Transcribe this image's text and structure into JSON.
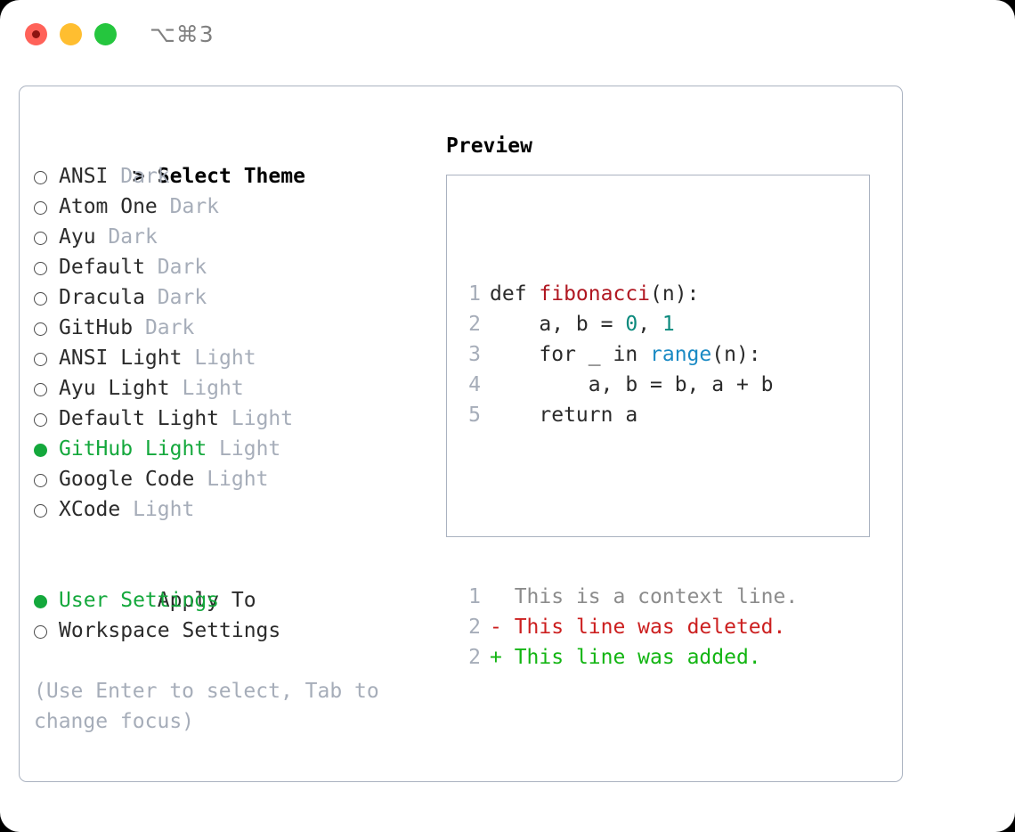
{
  "window": {
    "traffic_lights": [
      "close-button",
      "minimize-button",
      "maximize-button"
    ],
    "shortcut": "⌥⌘3"
  },
  "theme_panel": {
    "heading_marker": ">",
    "heading": "Select Theme",
    "items": [
      {
        "marker": "o",
        "selected": false,
        "name": "ANSI",
        "tag": "Dark"
      },
      {
        "marker": "o",
        "selected": false,
        "name": "Atom One",
        "tag": "Dark"
      },
      {
        "marker": "o",
        "selected": false,
        "name": "Ayu",
        "tag": "Dark"
      },
      {
        "marker": "o",
        "selected": false,
        "name": "Default",
        "tag": "Dark"
      },
      {
        "marker": "o",
        "selected": false,
        "name": "Dracula",
        "tag": "Dark"
      },
      {
        "marker": "o",
        "selected": false,
        "name": "GitHub",
        "tag": "Dark"
      },
      {
        "marker": "o",
        "selected": false,
        "name": "ANSI Light",
        "tag": "Light"
      },
      {
        "marker": "o",
        "selected": false,
        "name": "Ayu Light",
        "tag": "Light"
      },
      {
        "marker": "o",
        "selected": false,
        "name": "Default Light",
        "tag": "Light"
      },
      {
        "marker": "●",
        "selected": true,
        "name": "GitHub Light",
        "tag": "Light"
      },
      {
        "marker": "o",
        "selected": false,
        "name": "Google Code",
        "tag": "Light"
      },
      {
        "marker": "o",
        "selected": false,
        "name": "XCode",
        "tag": "Light"
      }
    ]
  },
  "apply_to": {
    "label": "Apply To",
    "options": [
      {
        "marker": "●",
        "selected": true,
        "label": "User Settings"
      },
      {
        "marker": "o",
        "selected": false,
        "label": "Workspace Settings"
      }
    ]
  },
  "hint": {
    "line1": "(Use Enter to select, Tab to",
    "line2": "change focus)"
  },
  "preview": {
    "title": "Preview",
    "code_lines": [
      {
        "num": "1",
        "parts": [
          {
            "t": "def ",
            "c": "plain"
          },
          {
            "t": "fibonacci",
            "c": "fn"
          },
          {
            "t": "(n):",
            "c": "plain"
          }
        ]
      },
      {
        "num": "2",
        "parts": [
          {
            "t": "    a, b = ",
            "c": "plain"
          },
          {
            "t": "0",
            "c": "num"
          },
          {
            "t": ", ",
            "c": "plain"
          },
          {
            "t": "1",
            "c": "num"
          }
        ]
      },
      {
        "num": "3",
        "parts": [
          {
            "t": "    for _ in ",
            "c": "plain"
          },
          {
            "t": "range",
            "c": "kw"
          },
          {
            "t": "(n):",
            "c": "plain"
          }
        ]
      },
      {
        "num": "4",
        "parts": [
          {
            "t": "        a, b = b, a + b",
            "c": "plain"
          }
        ]
      },
      {
        "num": "5",
        "parts": [
          {
            "t": "    return a",
            "c": "plain"
          }
        ]
      }
    ],
    "diff_lines": [
      {
        "num": "1",
        "sign": "  ",
        "text": "This is a context line.",
        "kind": "ctx"
      },
      {
        "num": "2",
        "sign": "- ",
        "text": "This line was deleted.",
        "kind": "del"
      },
      {
        "num": "2",
        "sign": "+ ",
        "text": "This line was added.",
        "kind": "add"
      }
    ]
  },
  "colors": {
    "selected_green": "#14a83c",
    "muted_gray": "#a6adb9",
    "border": "#aab2c0",
    "diff_delete": "#cc1f1f",
    "diff_add": "#13b513",
    "code_function": "#b01721",
    "code_number": "#0c8a7d",
    "code_keyword": "#1a8ac4"
  }
}
